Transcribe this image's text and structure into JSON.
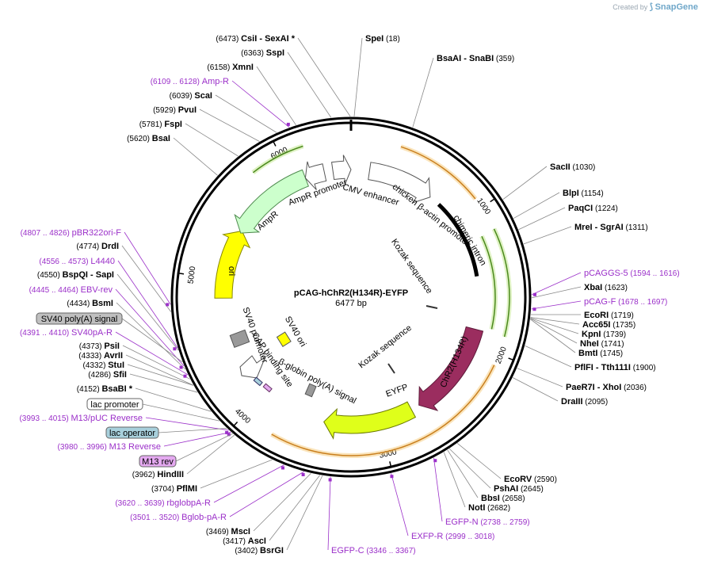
{
  "credit": {
    "prefix": "Created by",
    "brand": "SnapGene"
  },
  "plasmid": {
    "name": "pCAG-hChR2(H134R)-EYFP",
    "length_label": "6477 bp",
    "length": 6477
  },
  "ticks": [
    "1000",
    "2000",
    "3000",
    "4000",
    "5000",
    "6000"
  ],
  "features": [
    {
      "name": "ChR2(H134R)",
      "color": "#9b2d5f",
      "text_color": "#ffffff"
    },
    {
      "name": "EYFP",
      "color": "#dfff1a",
      "text_color": "#000000"
    },
    {
      "name": "ori",
      "color": "#ffff00",
      "text_color": "#000000"
    },
    {
      "name": "AmpR",
      "color": "#ccffcc",
      "text_color": "#000000"
    },
    {
      "name": "AmpR promoter",
      "color": "#ffffff",
      "text_color": "#000000"
    },
    {
      "name": "CMV enhancer",
      "color": "#ffffff",
      "text_color": "#000000"
    },
    {
      "name": "chicken β-actin promoter",
      "color": "#ffffff",
      "text_color": "#000000"
    },
    {
      "name": "chimeric intron",
      "color": "#000000",
      "text_color": "#000000"
    },
    {
      "name": "Kozak sequence",
      "color": "#000000",
      "text_color": "#000000"
    },
    {
      "name": "Kozak sequence",
      "color": "#000000",
      "text_color": "#000000"
    },
    {
      "name": "β-globin poly(A) signal",
      "color": "#999999",
      "text_color": "#000000"
    },
    {
      "name": "SV40 ori",
      "color": "#ffff00",
      "text_color": "#000000"
    },
    {
      "name": "SV40 promoter",
      "color": "#ffffff",
      "text_color": "#000000"
    },
    {
      "name": "CAP binding site",
      "color": "#999999",
      "text_color": "#000000"
    }
  ],
  "enzymes": [
    {
      "pos": "(6473)",
      "name": "CsiI",
      "extra": "SexAI",
      "star": "*"
    },
    {
      "pos": "(18)",
      "name": "SpeI",
      "extra": "",
      "star": ""
    },
    {
      "pos": "(359)",
      "name": "BsaAI",
      "extra": "SnaBI",
      "star": ""
    },
    {
      "pos": "(6363)",
      "name": "SspI",
      "extra": "",
      "star": ""
    },
    {
      "pos": "(6158)",
      "name": "XmnI",
      "extra": "",
      "star": ""
    },
    {
      "pos": "(6039)",
      "name": "ScaI",
      "extra": "",
      "star": ""
    },
    {
      "pos": "(5929)",
      "name": "PvuI",
      "extra": "",
      "star": ""
    },
    {
      "pos": "(5781)",
      "name": "FspI",
      "extra": "",
      "star": ""
    },
    {
      "pos": "(5620)",
      "name": "BsaI",
      "extra": "",
      "star": ""
    },
    {
      "pos": "(1030)",
      "name": "SacII",
      "extra": "",
      "star": ""
    },
    {
      "pos": "(1154)",
      "name": "BlpI",
      "extra": "",
      "star": ""
    },
    {
      "pos": "(1224)",
      "name": "PaqCI",
      "extra": "",
      "star": ""
    },
    {
      "pos": "(1311)",
      "name": "MreI",
      "extra": "SgrAI",
      "star": ""
    },
    {
      "pos": "(1623)",
      "name": "XbaI",
      "extra": "",
      "star": ""
    },
    {
      "pos": "(1719)",
      "name": "EcoRI",
      "extra": "",
      "star": ""
    },
    {
      "pos": "(1735)",
      "name": "Acc65I",
      "extra": "",
      "star": ""
    },
    {
      "pos": "(1739)",
      "name": "KpnI",
      "extra": "",
      "star": ""
    },
    {
      "pos": "(1741)",
      "name": "NheI",
      "extra": "",
      "star": ""
    },
    {
      "pos": "(1745)",
      "name": "BmtI",
      "extra": "",
      "star": ""
    },
    {
      "pos": "(1900)",
      "name": "PflFI",
      "extra": "Tth111I",
      "star": ""
    },
    {
      "pos": "(2036)",
      "name": "PaeR7I",
      "extra": "XhoI",
      "star": ""
    },
    {
      "pos": "(2095)",
      "name": "DraIII",
      "extra": "",
      "star": ""
    },
    {
      "pos": "(4774)",
      "name": "DrdI",
      "extra": "",
      "star": ""
    },
    {
      "pos": "(4550)",
      "name": "BspQI",
      "extra": "SapI",
      "star": ""
    },
    {
      "pos": "(4434)",
      "name": "BsmI",
      "extra": "",
      "star": ""
    },
    {
      "pos": "(4373)",
      "name": "PsiI",
      "extra": "",
      "star": ""
    },
    {
      "pos": "(4333)",
      "name": "AvrII",
      "extra": "",
      "star": ""
    },
    {
      "pos": "(4332)",
      "name": "StuI",
      "extra": "",
      "star": ""
    },
    {
      "pos": "(4286)",
      "name": "SfiI",
      "extra": "",
      "star": ""
    },
    {
      "pos": "(4152)",
      "name": "BsaBI",
      "extra": "",
      "star": "*"
    },
    {
      "pos": "(3962)",
      "name": "HindIII",
      "extra": "",
      "star": ""
    },
    {
      "pos": "(3704)",
      "name": "PflMI",
      "extra": "",
      "star": ""
    },
    {
      "pos": "(3469)",
      "name": "MscI",
      "extra": "",
      "star": ""
    },
    {
      "pos": "(3417)",
      "name": "AscI",
      "extra": "",
      "star": ""
    },
    {
      "pos": "(3402)",
      "name": "BsrGI",
      "extra": "",
      "star": ""
    },
    {
      "pos": "(2590)",
      "name": "EcoRV",
      "extra": "",
      "star": ""
    },
    {
      "pos": "(2645)",
      "name": "PshAI",
      "extra": "",
      "star": ""
    },
    {
      "pos": "(2658)",
      "name": "BbsI",
      "extra": "",
      "star": ""
    },
    {
      "pos": "(2682)",
      "name": "NotI",
      "extra": "",
      "star": ""
    }
  ],
  "primers": [
    {
      "name": "Amp-R",
      "range": "(6109 .. 6128)"
    },
    {
      "name": "pBR322ori-F",
      "range": "(4807 .. 4826)"
    },
    {
      "name": "L4440",
      "range": "(4556 .. 4573)"
    },
    {
      "name": "EBV-rev",
      "range": "(4445 .. 4464)"
    },
    {
      "name": "SV40pA-R",
      "range": "(4391 .. 4410)"
    },
    {
      "name": "M13/pUC Reverse",
      "range": "(3993 .. 4015)"
    },
    {
      "name": "M13 Reverse",
      "range": "(3980 .. 3996)"
    },
    {
      "name": "rbglobpA-R",
      "range": "(3620 .. 3639)"
    },
    {
      "name": "Bglob-pA-R",
      "range": "(3501 .. 3520)"
    },
    {
      "name": "EGFP-C",
      "range": "(3346 .. 3367)"
    },
    {
      "name": "EXFP-R",
      "range": "(2999 .. 3018)"
    },
    {
      "name": "EGFP-N",
      "range": "(2738 .. 2759)"
    },
    {
      "name": "pCAGGS-5",
      "range": "(1594 .. 1616)"
    },
    {
      "name": "pCAG-F",
      "range": "(1678 .. 1697)"
    }
  ],
  "boxed_labels": [
    {
      "name": "SV40 poly(A) signal",
      "color": "#c0c0c0",
      "border": "#666666",
      "text_color": "#000000"
    },
    {
      "name": "lac promoter",
      "color": "#ffffff",
      "border": "#666666",
      "text_color": "#000000"
    },
    {
      "name": "lac operator",
      "color": "#a8d0dc",
      "border": "#666666",
      "text_color": "#000000"
    },
    {
      "name": "M13 rev",
      "color": "#e4a9f0",
      "border": "#666666",
      "text_color": "#000000"
    }
  ]
}
